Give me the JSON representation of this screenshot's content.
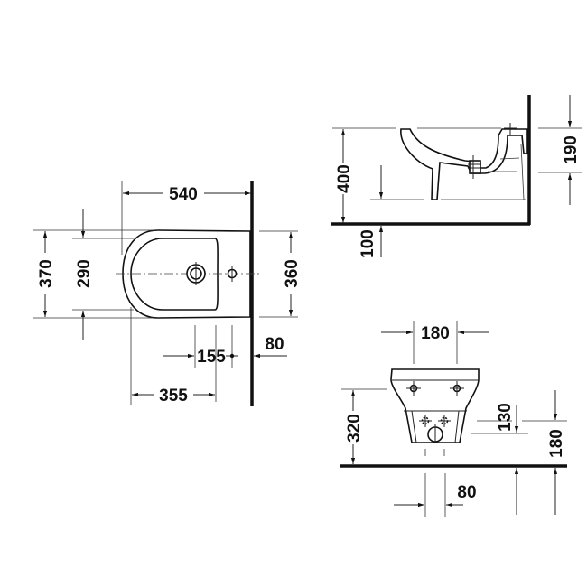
{
  "drawing": {
    "title": "Wall-mounted bidet dimension drawing",
    "units": "mm",
    "views": {
      "top_view": {
        "dimensions": {
          "overall_depth": "540",
          "overall_width": "370",
          "bowl_width": "290",
          "wall_width": "360",
          "tap_hole_offset": "155",
          "waste_center_from_front": "355",
          "wall_offset": "80"
        }
      },
      "side_view": {
        "dimensions": {
          "rim_height": "400",
          "floor_clearance": "100",
          "supply_height": "190"
        }
      },
      "rear_view": {
        "dimensions": {
          "fixing_hole_spacing": "180",
          "fixing_height": "320",
          "waste_height": "130",
          "supply_height_from_floor": "180",
          "supply_spacing": "80"
        }
      }
    }
  }
}
